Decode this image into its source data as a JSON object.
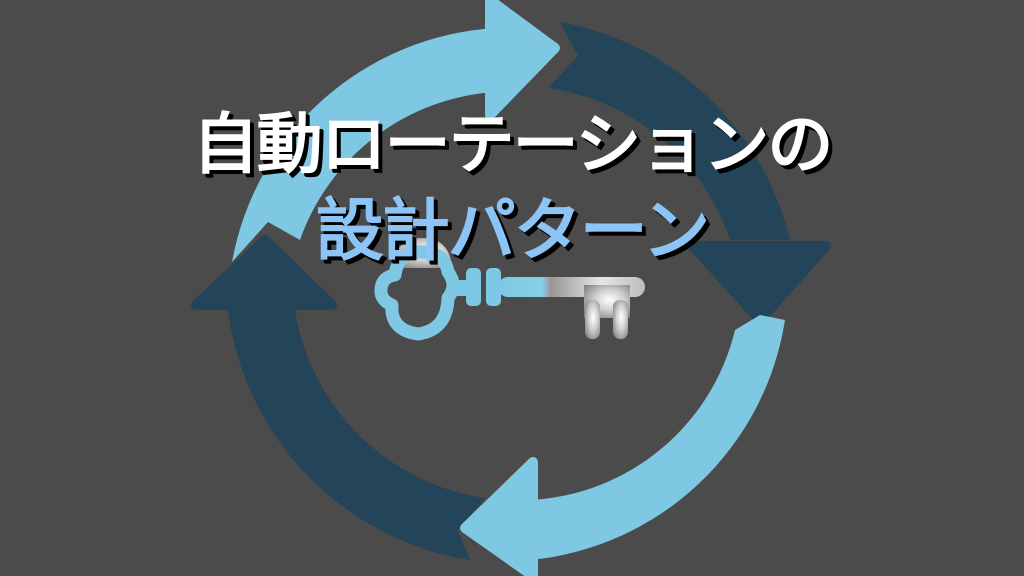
{
  "title": {
    "line1": "自動ローテーションの",
    "line2": "設計パターン"
  },
  "icons": {
    "cycle": "rotation-cycle-arrows",
    "key": "key-icon"
  },
  "colors": {
    "background": "#4b4b4b",
    "arrow_light": "#7ec8e3",
    "arrow_dark": "#234459",
    "title_primary": "#ffffff",
    "title_accent": "#8cc4f6",
    "key_blue": "#7ec8e3",
    "key_silver": "#d9d9d9"
  }
}
